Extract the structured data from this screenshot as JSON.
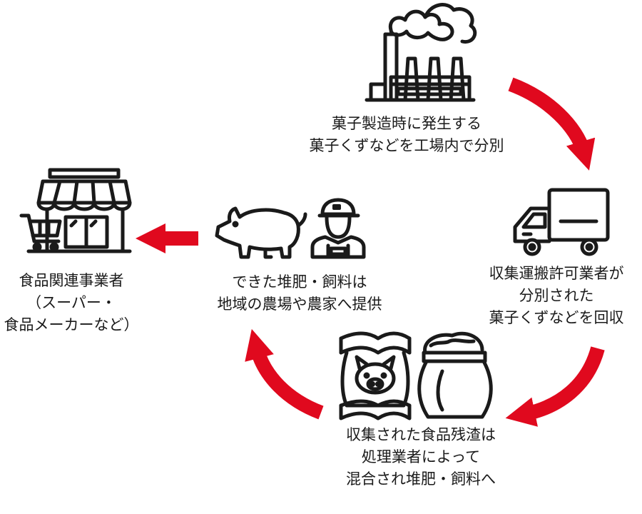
{
  "steps": {
    "factory": {
      "icon": "factory-icon",
      "lines": [
        "菓子製造時に発生する",
        "菓子くずなどを工場内で分別"
      ]
    },
    "truck": {
      "icon": "truck-icon",
      "lines": [
        "収集運搬許可業者が",
        "分別された",
        "菓子くずなどを回収"
      ]
    },
    "compost": {
      "icons": [
        "feed-bag-icon",
        "compost-sack-icon"
      ],
      "lines": [
        "収集された食品残渣は",
        "処理業者によって",
        "混合され堆肥・飼料へ"
      ]
    },
    "farm": {
      "icons": [
        "pig-icon",
        "farmer-icon"
      ],
      "lines": [
        "できた堆肥・飼料は",
        "地域の農場や農家へ提供"
      ]
    },
    "store": {
      "icon": "store-icon",
      "lines": [
        "食品関連事業者",
        "（スーパー・",
        "食品メーカーなど）"
      ]
    }
  },
  "colors": {
    "arrow": "#e0091e",
    "ink": "#1a1a1a",
    "background": "#ffffff"
  }
}
